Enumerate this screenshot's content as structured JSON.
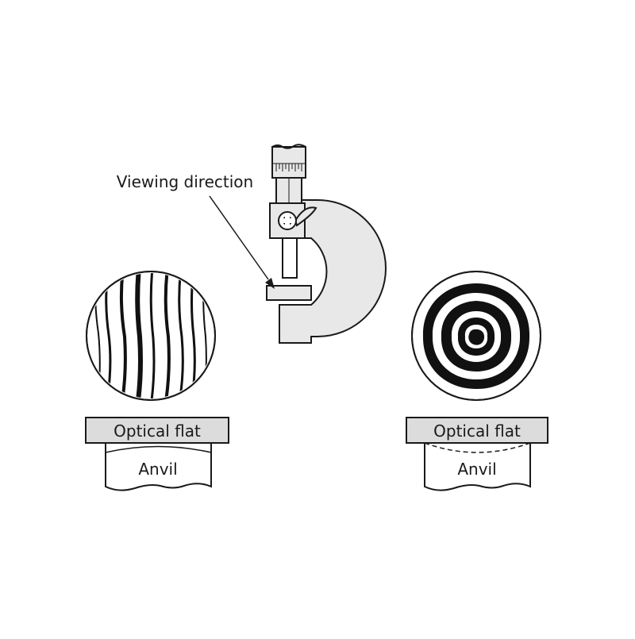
{
  "diagram": {
    "labels": {
      "viewing_direction": "Viewing direction",
      "left_optical_flat": "Optical flat",
      "left_anvil": "Anvil",
      "right_optical_flat": "Optical flat",
      "right_anvil": "Anvil"
    },
    "colors": {
      "line": "#1a1a1a",
      "flat_fill": "#dcdcdc",
      "body_fill": "#e8e8e8",
      "background": "#ffffff"
    }
  }
}
